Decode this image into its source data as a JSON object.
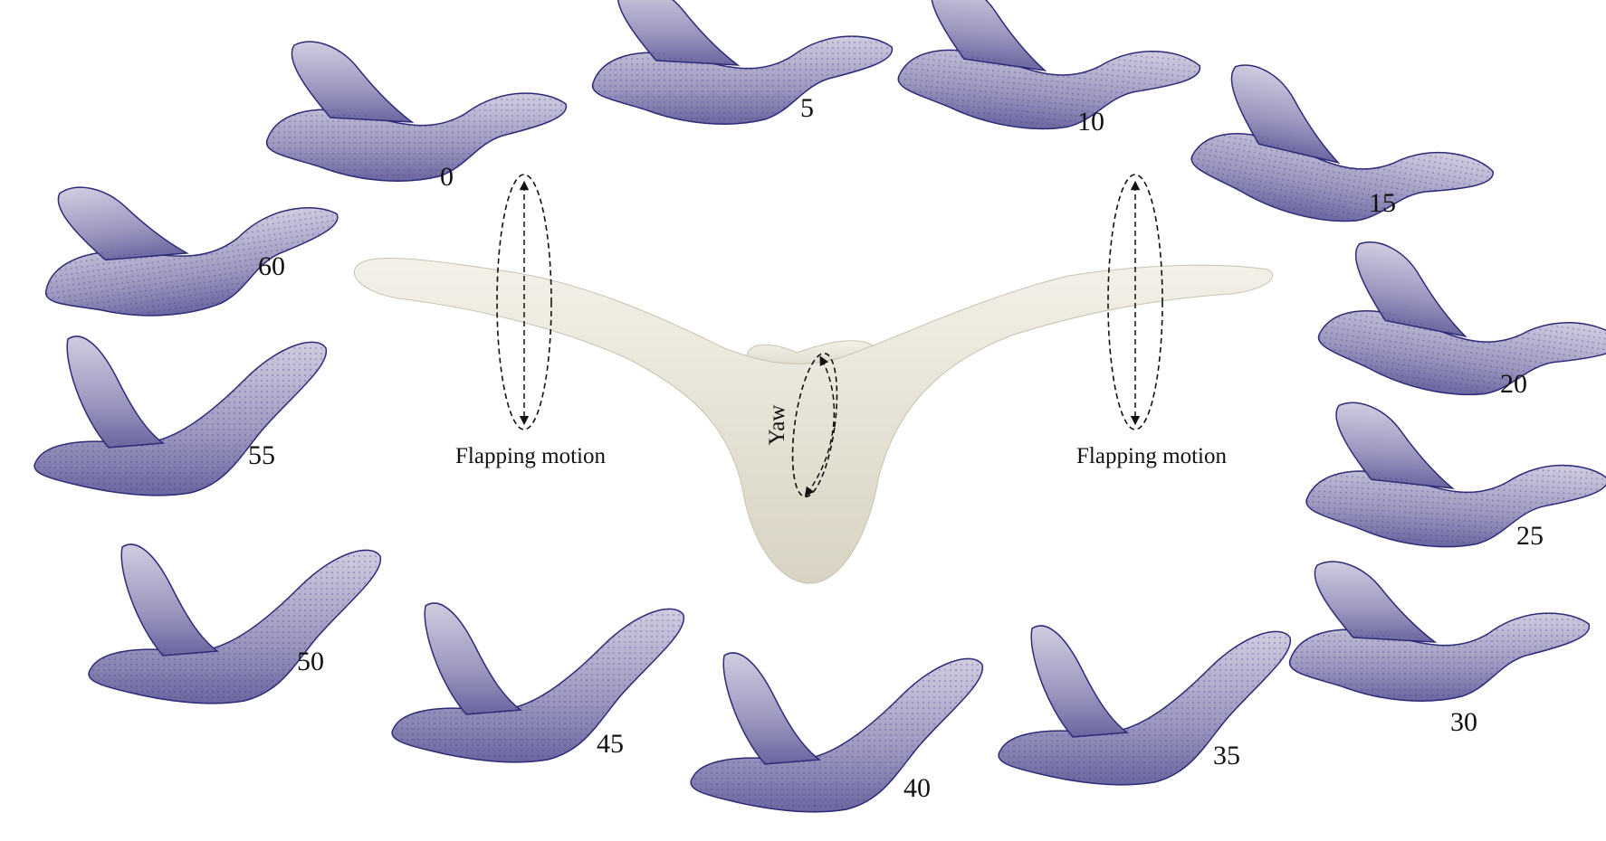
{
  "figure": {
    "frames": [
      {
        "label": "0"
      },
      {
        "label": "5"
      },
      {
        "label": "10"
      },
      {
        "label": "15"
      },
      {
        "label": "20"
      },
      {
        "label": "25"
      },
      {
        "label": "30"
      },
      {
        "label": "35"
      },
      {
        "label": "40"
      },
      {
        "label": "45"
      },
      {
        "label": "50"
      },
      {
        "label": "55"
      },
      {
        "label": "60"
      }
    ],
    "annotations": {
      "flapping_left": "Flapping motion",
      "flapping_right": "Flapping motion",
      "yaw": "Yaw"
    },
    "colors": {
      "mesh": "#8a86b0",
      "mesh_edge": "#2e2a78",
      "body": "#ece8dc"
    }
  }
}
